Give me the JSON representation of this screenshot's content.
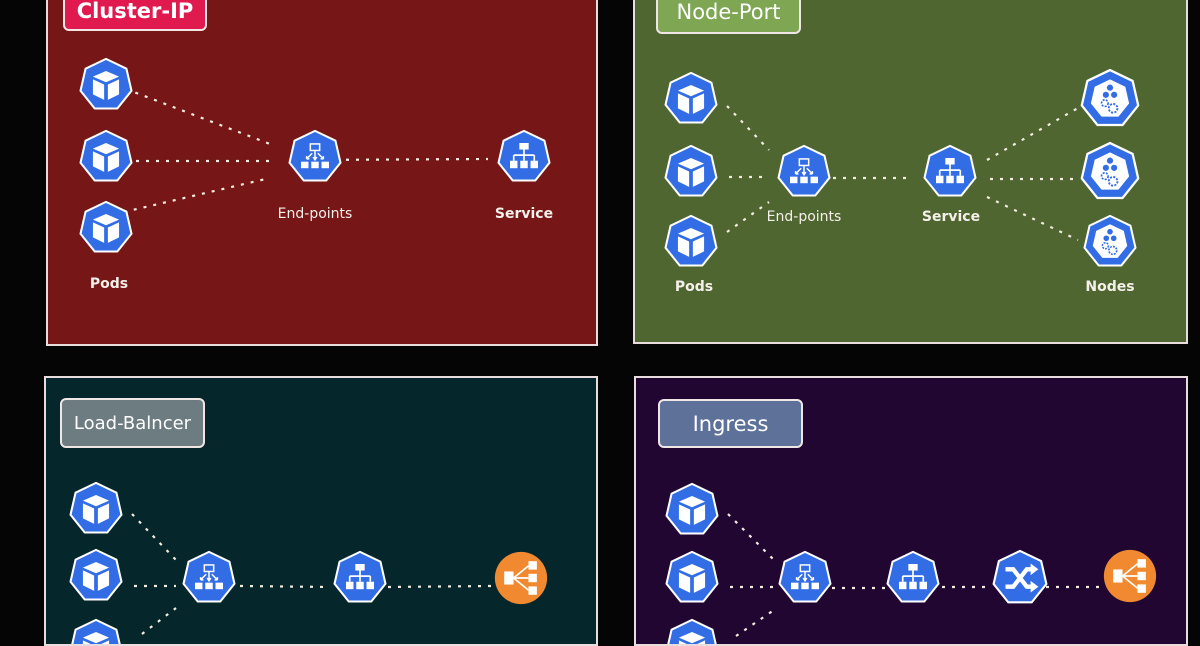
{
  "colors": {
    "background": "#050505",
    "icon_blue": "#326de6",
    "icon_orange": "#f0892f",
    "connector": "#f2ece0"
  },
  "panels": [
    {
      "id": "cluster-ip",
      "title": "Cluster-IP",
      "background": "#771616",
      "title_background": "#e0194f",
      "labels": {
        "pods": "Pods",
        "endpoints": "End-points",
        "service": "Service"
      }
    },
    {
      "id": "node-port",
      "title": "Node-Port",
      "background": "#4f6631",
      "title_background": "#7ea653",
      "labels": {
        "pods": "Pods",
        "endpoints": "End-points",
        "service": "Service",
        "nodes": "Nodes"
      }
    },
    {
      "id": "load-balancer",
      "title": "Load-Balncer",
      "background": "#05262a",
      "title_background": "#6c7c80",
      "labels": {}
    },
    {
      "id": "ingress",
      "title": "Ingress",
      "background": "#210632",
      "title_background": "#5e7199",
      "labels": {}
    }
  ],
  "icons": {
    "pod": "pod-cube-icon",
    "endpoints": "endpoints-icon",
    "service": "service-icon",
    "node": "node-icon",
    "ingress": "ingress-shuffle-icon",
    "load_balancer": "load-balancer-icon"
  }
}
